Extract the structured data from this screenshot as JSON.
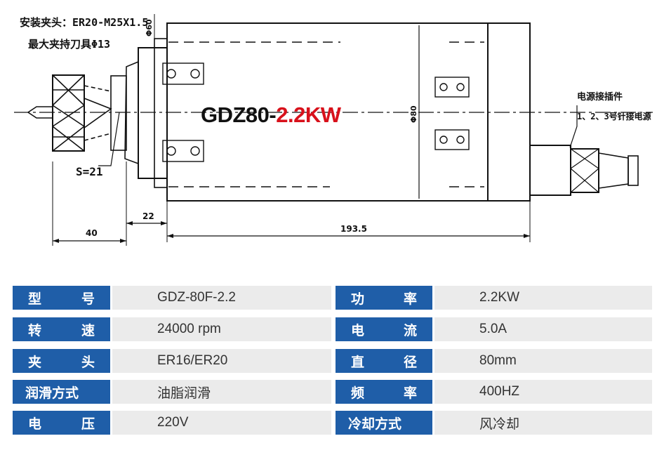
{
  "drawing": {
    "notes": {
      "install_chuck": "安装夹头：ER20-M25X1.5",
      "max_tool": "最大夹持刀具Φ13",
      "power_connector": "电源接插件",
      "pins": "1、2、3号针接电源",
      "wrench": "S=21"
    },
    "dimensions": {
      "overall_length": "193.5",
      "neck_length": "22",
      "nose_length": "40",
      "neck_diameter": "Φ60",
      "body_diameter": "Φ80"
    },
    "model_title_black": "GDZ80-",
    "model_title_red": "2.2KW",
    "title_red_color": "#d8111b"
  },
  "specs": {
    "label_color": "#1f5ea8",
    "value_bg": "#ebebeb",
    "rows": [
      {
        "left": {
          "label": [
            "型",
            "号"
          ],
          "value": "GDZ-80F-2.2"
        },
        "right": {
          "label": [
            "功",
            "率"
          ],
          "value": "2.2KW"
        }
      },
      {
        "left": {
          "label": [
            "转",
            "速"
          ],
          "value": "24000 rpm"
        },
        "right": {
          "label": [
            "电",
            "流"
          ],
          "value": "5.0A"
        }
      },
      {
        "left": {
          "label": [
            "夹",
            "头"
          ],
          "value": "ER16/ER20"
        },
        "right": {
          "label": [
            "直",
            "径"
          ],
          "value": "80mm"
        }
      },
      {
        "left": {
          "label_full": "润滑方式",
          "value": "油脂润滑"
        },
        "right": {
          "label": [
            "频",
            "率"
          ],
          "value": "400HZ"
        }
      },
      {
        "left": {
          "label": [
            "电",
            "压"
          ],
          "value": "220V"
        },
        "right": {
          "label_full": "冷却方式",
          "value": "风冷却"
        }
      }
    ]
  }
}
